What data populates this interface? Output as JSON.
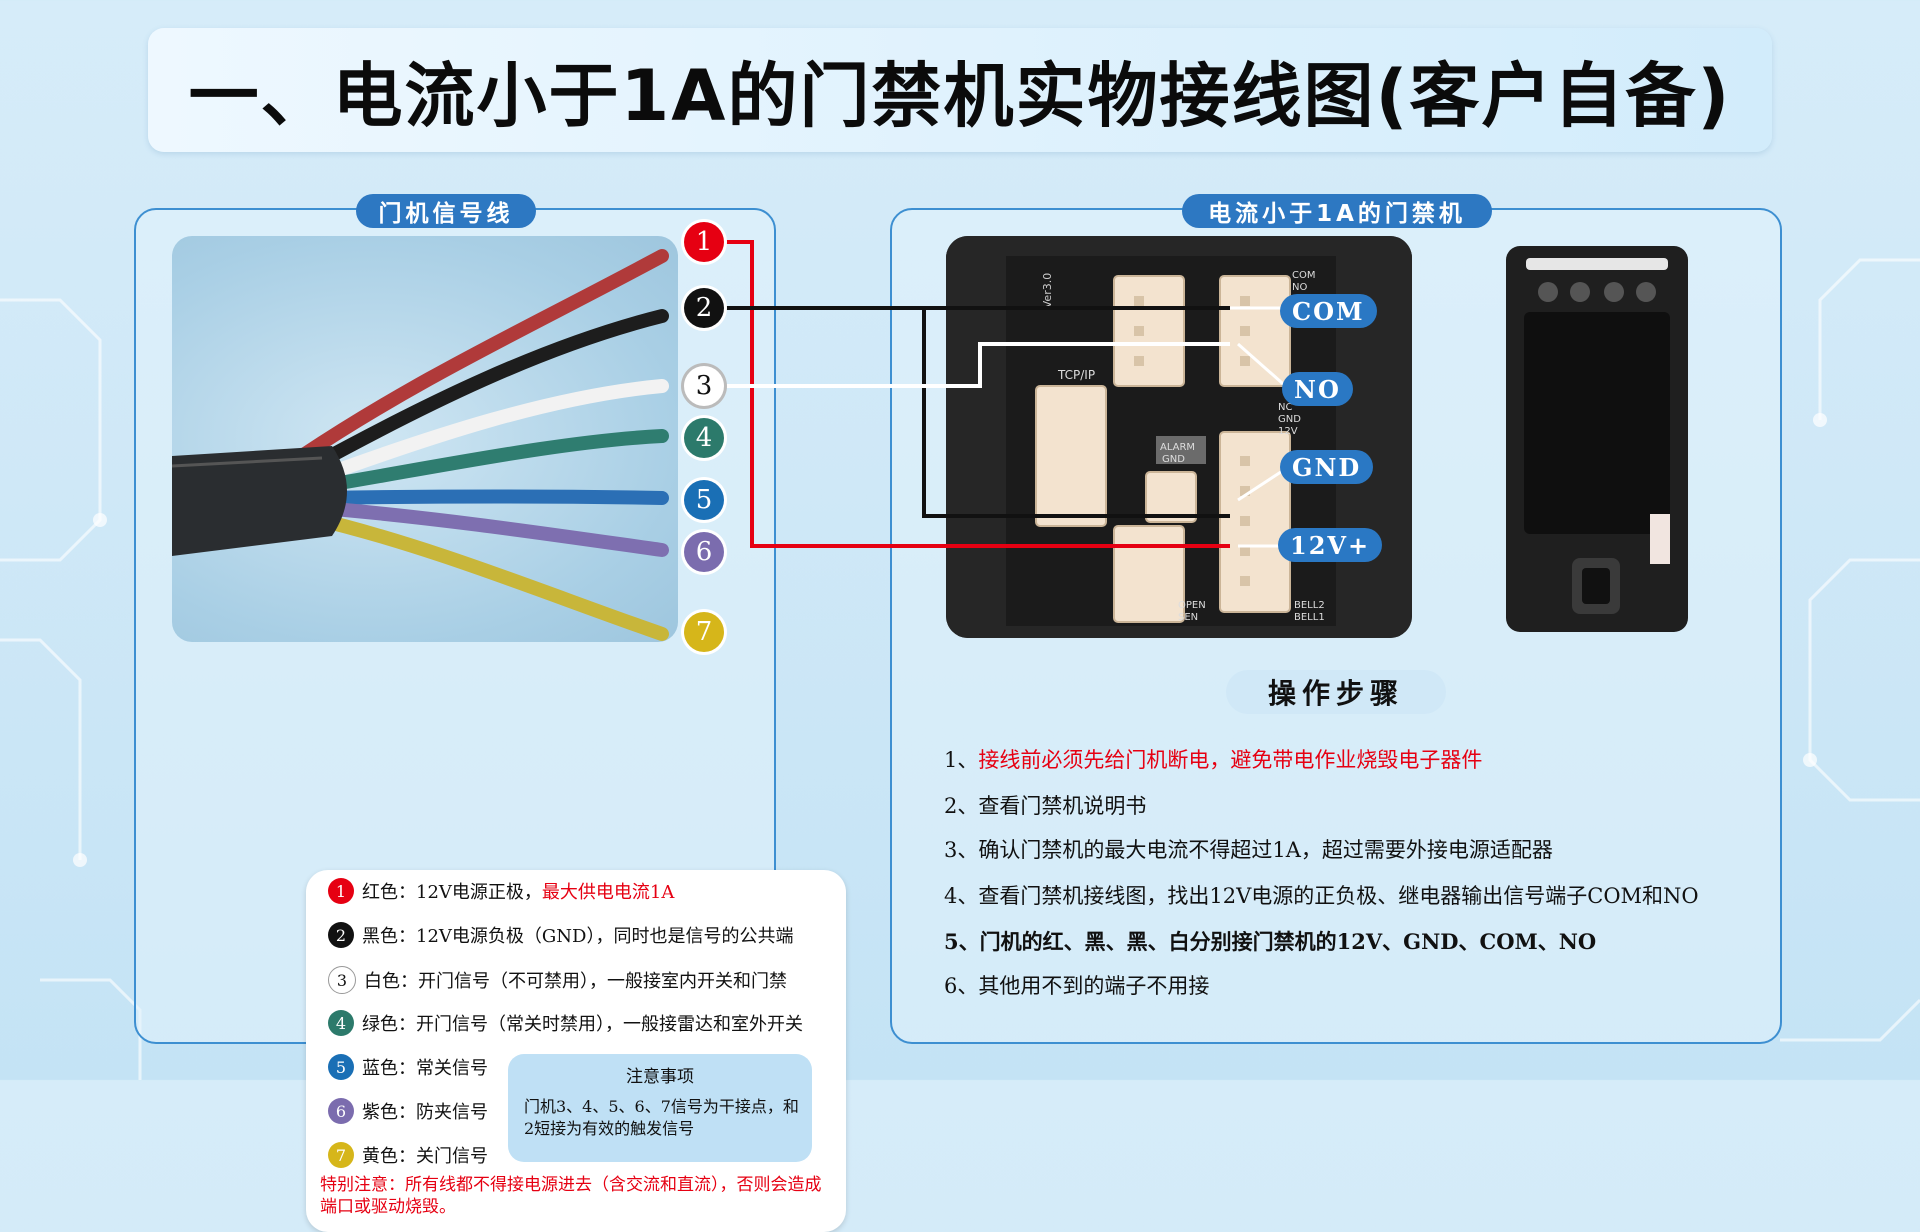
{
  "title": "一、电流小于1A的门禁机实物接线图(客户自备)",
  "left_panel": {
    "tag": "门机信号线",
    "wire_numbers": [
      "1",
      "2",
      "3",
      "4",
      "5",
      "6",
      "7"
    ],
    "wire_colors": [
      "#e60012",
      "#111111",
      "#ffffff",
      "#2c7a6b",
      "#1a6fb5",
      "#7b6cae",
      "#d6b61a"
    ],
    "legend": [
      {
        "num": "1",
        "text": "红色：12V电源正极，",
        "highlight": "最大供电电流1A"
      },
      {
        "num": "2",
        "text": "黑色：12V电源负极（GND），同时也是信号的公共端",
        "highlight": ""
      },
      {
        "num": "3",
        "text": "白色：开门信号（不可禁用），一般接室内开关和门禁",
        "highlight": ""
      },
      {
        "num": "4",
        "text": "绿色：开门信号（常关时禁用），一般接雷达和室外开关",
        "highlight": ""
      },
      {
        "num": "5",
        "text": "蓝色：常关信号",
        "highlight": ""
      },
      {
        "num": "6",
        "text": "紫色：防夹信号",
        "highlight": ""
      },
      {
        "num": "7",
        "text": "黄色：关门信号",
        "highlight": ""
      }
    ],
    "note": {
      "title": "注意事项",
      "body": "门机3、4、5、6、7信号为干接点，和2短接为有效的触发信号"
    },
    "special": "特别注意：所有线都不得接电源进去（含交流和直流），否则会造成端口或驱动烧毁。"
  },
  "right_panel": {
    "tag": "电流小于1A的门禁机",
    "terminals": [
      "COM",
      "NO",
      "GND",
      "12V+"
    ],
    "board_silk": [
      "Ver3.0",
      "TCP/IP",
      "COM",
      "NO",
      "NC",
      "GND",
      "12V",
      "ALARM",
      "GND",
      "OPEN",
      "SEN",
      "BELL2",
      "BELL1"
    ]
  },
  "steps": {
    "title": "操作步骤",
    "items": [
      {
        "prefix": "1、",
        "text": "接线前必须先给门机断电，避免带电作业烧毁电子器件",
        "style": "red"
      },
      {
        "prefix": "2、",
        "text": "查看门禁机说明书",
        "style": "normal"
      },
      {
        "prefix": "3、",
        "text": "确认门禁机的最大电流不得超过1A，超过需要外接电源适配器",
        "style": "normal"
      },
      {
        "prefix": "4、",
        "text": "查看门禁机接线图，找出12V电源的正负极、继电器输出信号端子COM和NO",
        "style": "normal"
      },
      {
        "prefix": "5、",
        "text": "门机的红、黑、黑、白分别接门禁机的12V、GND、COM、NO",
        "style": "bold"
      },
      {
        "prefix": "6、",
        "text": "其他用不到的端子不用接",
        "style": "normal"
      }
    ]
  },
  "colors": {
    "accent": "#2d78c2",
    "warning": "#e60012",
    "background": "#d6ecf9"
  }
}
